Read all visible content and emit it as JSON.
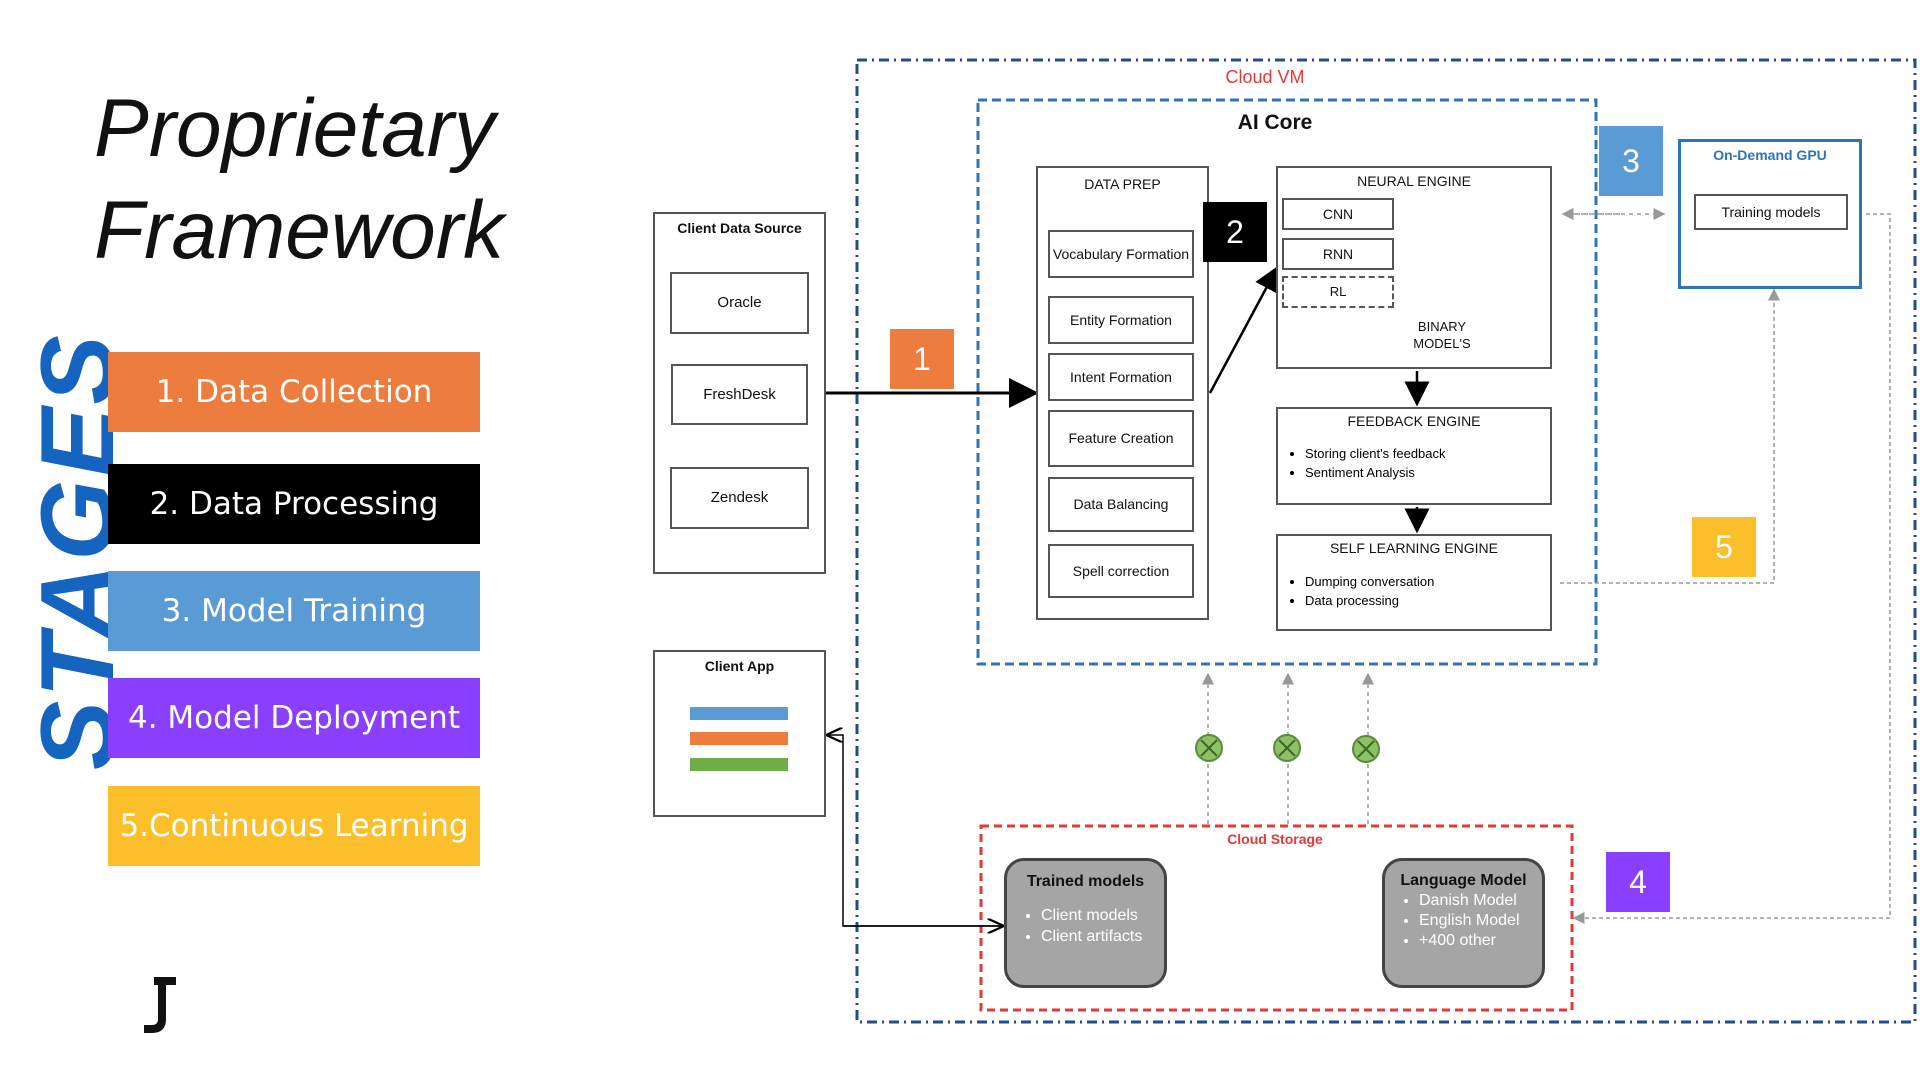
{
  "title": {
    "line1": "Proprietary",
    "line2": "Framework"
  },
  "stages_label": "STAGES",
  "stages": [
    {
      "label": "1. Data Collection",
      "color": "#ed7d3f"
    },
    {
      "label": "2. Data Processing",
      "color": "#000000"
    },
    {
      "label": "3. Model Training",
      "color": "#5b9bd5"
    },
    {
      "label": "4. Model Deployment",
      "color": "#8a3ffc"
    },
    {
      "label": "5.Continuous Learning",
      "color": "#fbbf2c"
    }
  ],
  "colors": {
    "cloud_vm_border": "#1f4e8c",
    "ai_core_border": "#2f75b5",
    "cloud_storage_border": "#e53935",
    "cloud_vm_label": "#e53935",
    "gpu_border": "#2f75b5",
    "gpu_label": "#2f75b5",
    "gate": "#6a9f3c"
  },
  "client_data_source": {
    "title": "Client Data Source",
    "items": [
      "Oracle",
      "FreshDesk",
      "Zendesk"
    ]
  },
  "client_app": {
    "title": "Client App",
    "bar_colors": [
      "#5b9bd5",
      "#ed7d3f",
      "#70ad47"
    ]
  },
  "cloud_vm": {
    "label": "Cloud VM"
  },
  "ai_core": {
    "label": "AI Core"
  },
  "data_prep": {
    "title": "DATA PREP",
    "items": [
      "Vocabulary Formation",
      "Entity Formation",
      "Intent Formation",
      "Feature Creation",
      "Data Balancing",
      "Spell correction"
    ]
  },
  "neural_engine": {
    "title": "NEURAL ENGINE",
    "items": [
      "CNN",
      "RNN",
      "RL"
    ],
    "binary_label": "BINARY MODEL'S"
  },
  "feedback_engine": {
    "title": "FEEDBACK ENGINE",
    "bullets": [
      "Storing client's feedback",
      "Sentiment Analysis"
    ]
  },
  "self_learning_engine": {
    "title": "SELF LEARNING ENGINE",
    "bullets": [
      "Dumping conversation",
      "Data processing"
    ]
  },
  "gpu": {
    "title": "On-Demand GPU",
    "item": "Training models"
  },
  "cloud_storage": {
    "label": "Cloud Storage"
  },
  "trained_models": {
    "title": "Trained models",
    "bullets": [
      "Client models",
      "Client artifacts"
    ]
  },
  "language_model": {
    "title": "Language Model",
    "bullets": [
      "Danish Model",
      "English Model",
      "+400 other"
    ]
  },
  "markers": [
    "1",
    "2",
    "3",
    "4",
    "5"
  ]
}
